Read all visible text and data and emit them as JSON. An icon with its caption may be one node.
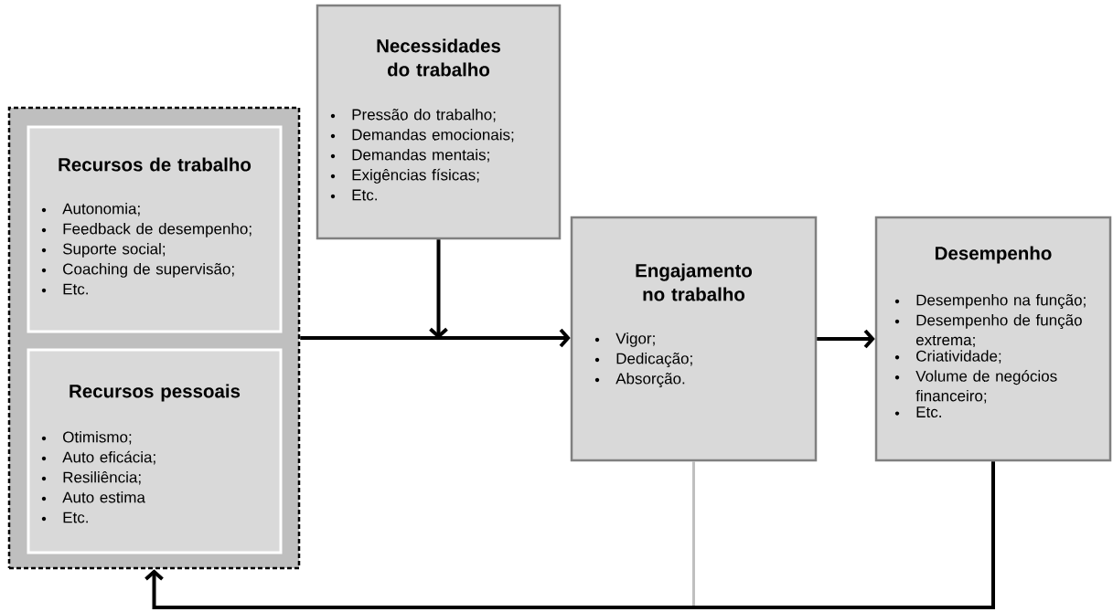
{
  "diagram": {
    "nodes": [
      {
        "text": [],
        "shape": "box"
      },
      {
        "text": [
          "Recursos de trabalho",
          "Autonomia;",
          "Feedback de desempenho;",
          "Suporte social;",
          "Coaching de supervisão;",
          "Etc."
        ],
        "in": 0
      },
      {
        "text": [
          "Recursos pessoais",
          "Otimismo;",
          "Auto eficácia;",
          "Resiliência;",
          "Auto estima",
          "Etc."
        ],
        "in": 0
      },
      {
        "text": [
          "Necessidades do trabalho",
          "Pressão do trabalho;",
          "Demandas emocionais;",
          "Demandas mentais;",
          "Exigências físicas;",
          "Etc."
        ]
      },
      {
        "text": [
          "Engajamento no trabalho",
          "Vigor;",
          "Dedicação;",
          "Absorção."
        ]
      },
      {
        "text": [
          "Desempenho",
          "Desempenho na função;",
          "Desempenho de função extrema;",
          "Criatividade;",
          "Volume de negócios financeiro;",
          "Etc."
        ]
      }
    ],
    "edges": [
      {
        "from": 0,
        "to": 4,
        "arrow": "to"
      },
      {
        "from": 3,
        "to": null,
        "arrow": "to"
      },
      {
        "from": 4,
        "to": 5,
        "arrow": "to"
      },
      {
        "from": 4,
        "to": null,
        "arrow": "none",
        "color": "#bfbfbf"
      },
      {
        "from": 5,
        "to": 0,
        "arrow": "to"
      }
    ]
  }
}
